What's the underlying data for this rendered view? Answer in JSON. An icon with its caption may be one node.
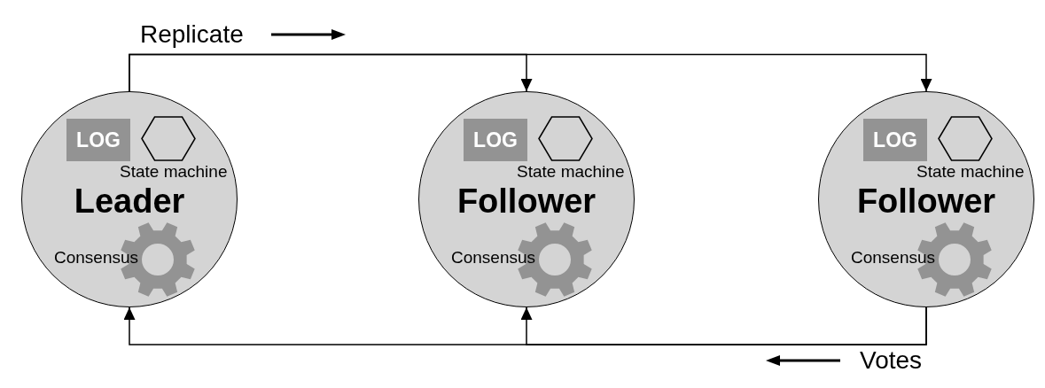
{
  "diagram": {
    "nodes": [
      {
        "text": [
          "Leader",
          "Consensus"
        ]
      },
      {
        "text": [
          "LOG"
        ],
        "in": 0
      },
      {
        "text": [],
        "shape": "hexagon",
        "in": 0,
        "beside": [
          "State machine"
        ]
      },
      {
        "text": [
          "Follower",
          "Consensus"
        ]
      },
      {
        "text": [
          "LOG"
        ],
        "in": 3
      },
      {
        "text": [],
        "shape": "hexagon",
        "in": 3,
        "beside": [
          "State machine"
        ]
      },
      {
        "text": [
          "Follower",
          "Consensus"
        ]
      },
      {
        "text": [
          "LOG"
        ],
        "in": 6
      },
      {
        "text": [],
        "shape": "hexagon",
        "in": 6,
        "beside": [
          "State machine"
        ]
      }
    ],
    "edges": [
      {
        "from": 0,
        "to": 3,
        "arrow": "to"
      },
      {
        "from": 0,
        "to": 6,
        "arrow": "to"
      },
      {
        "from": 6,
        "to": 3,
        "arrow": "to"
      },
      {
        "from": 6,
        "to": 0,
        "arrow": "to"
      }
    ],
    "labels": [
      "Replicate",
      "Votes"
    ]
  }
}
